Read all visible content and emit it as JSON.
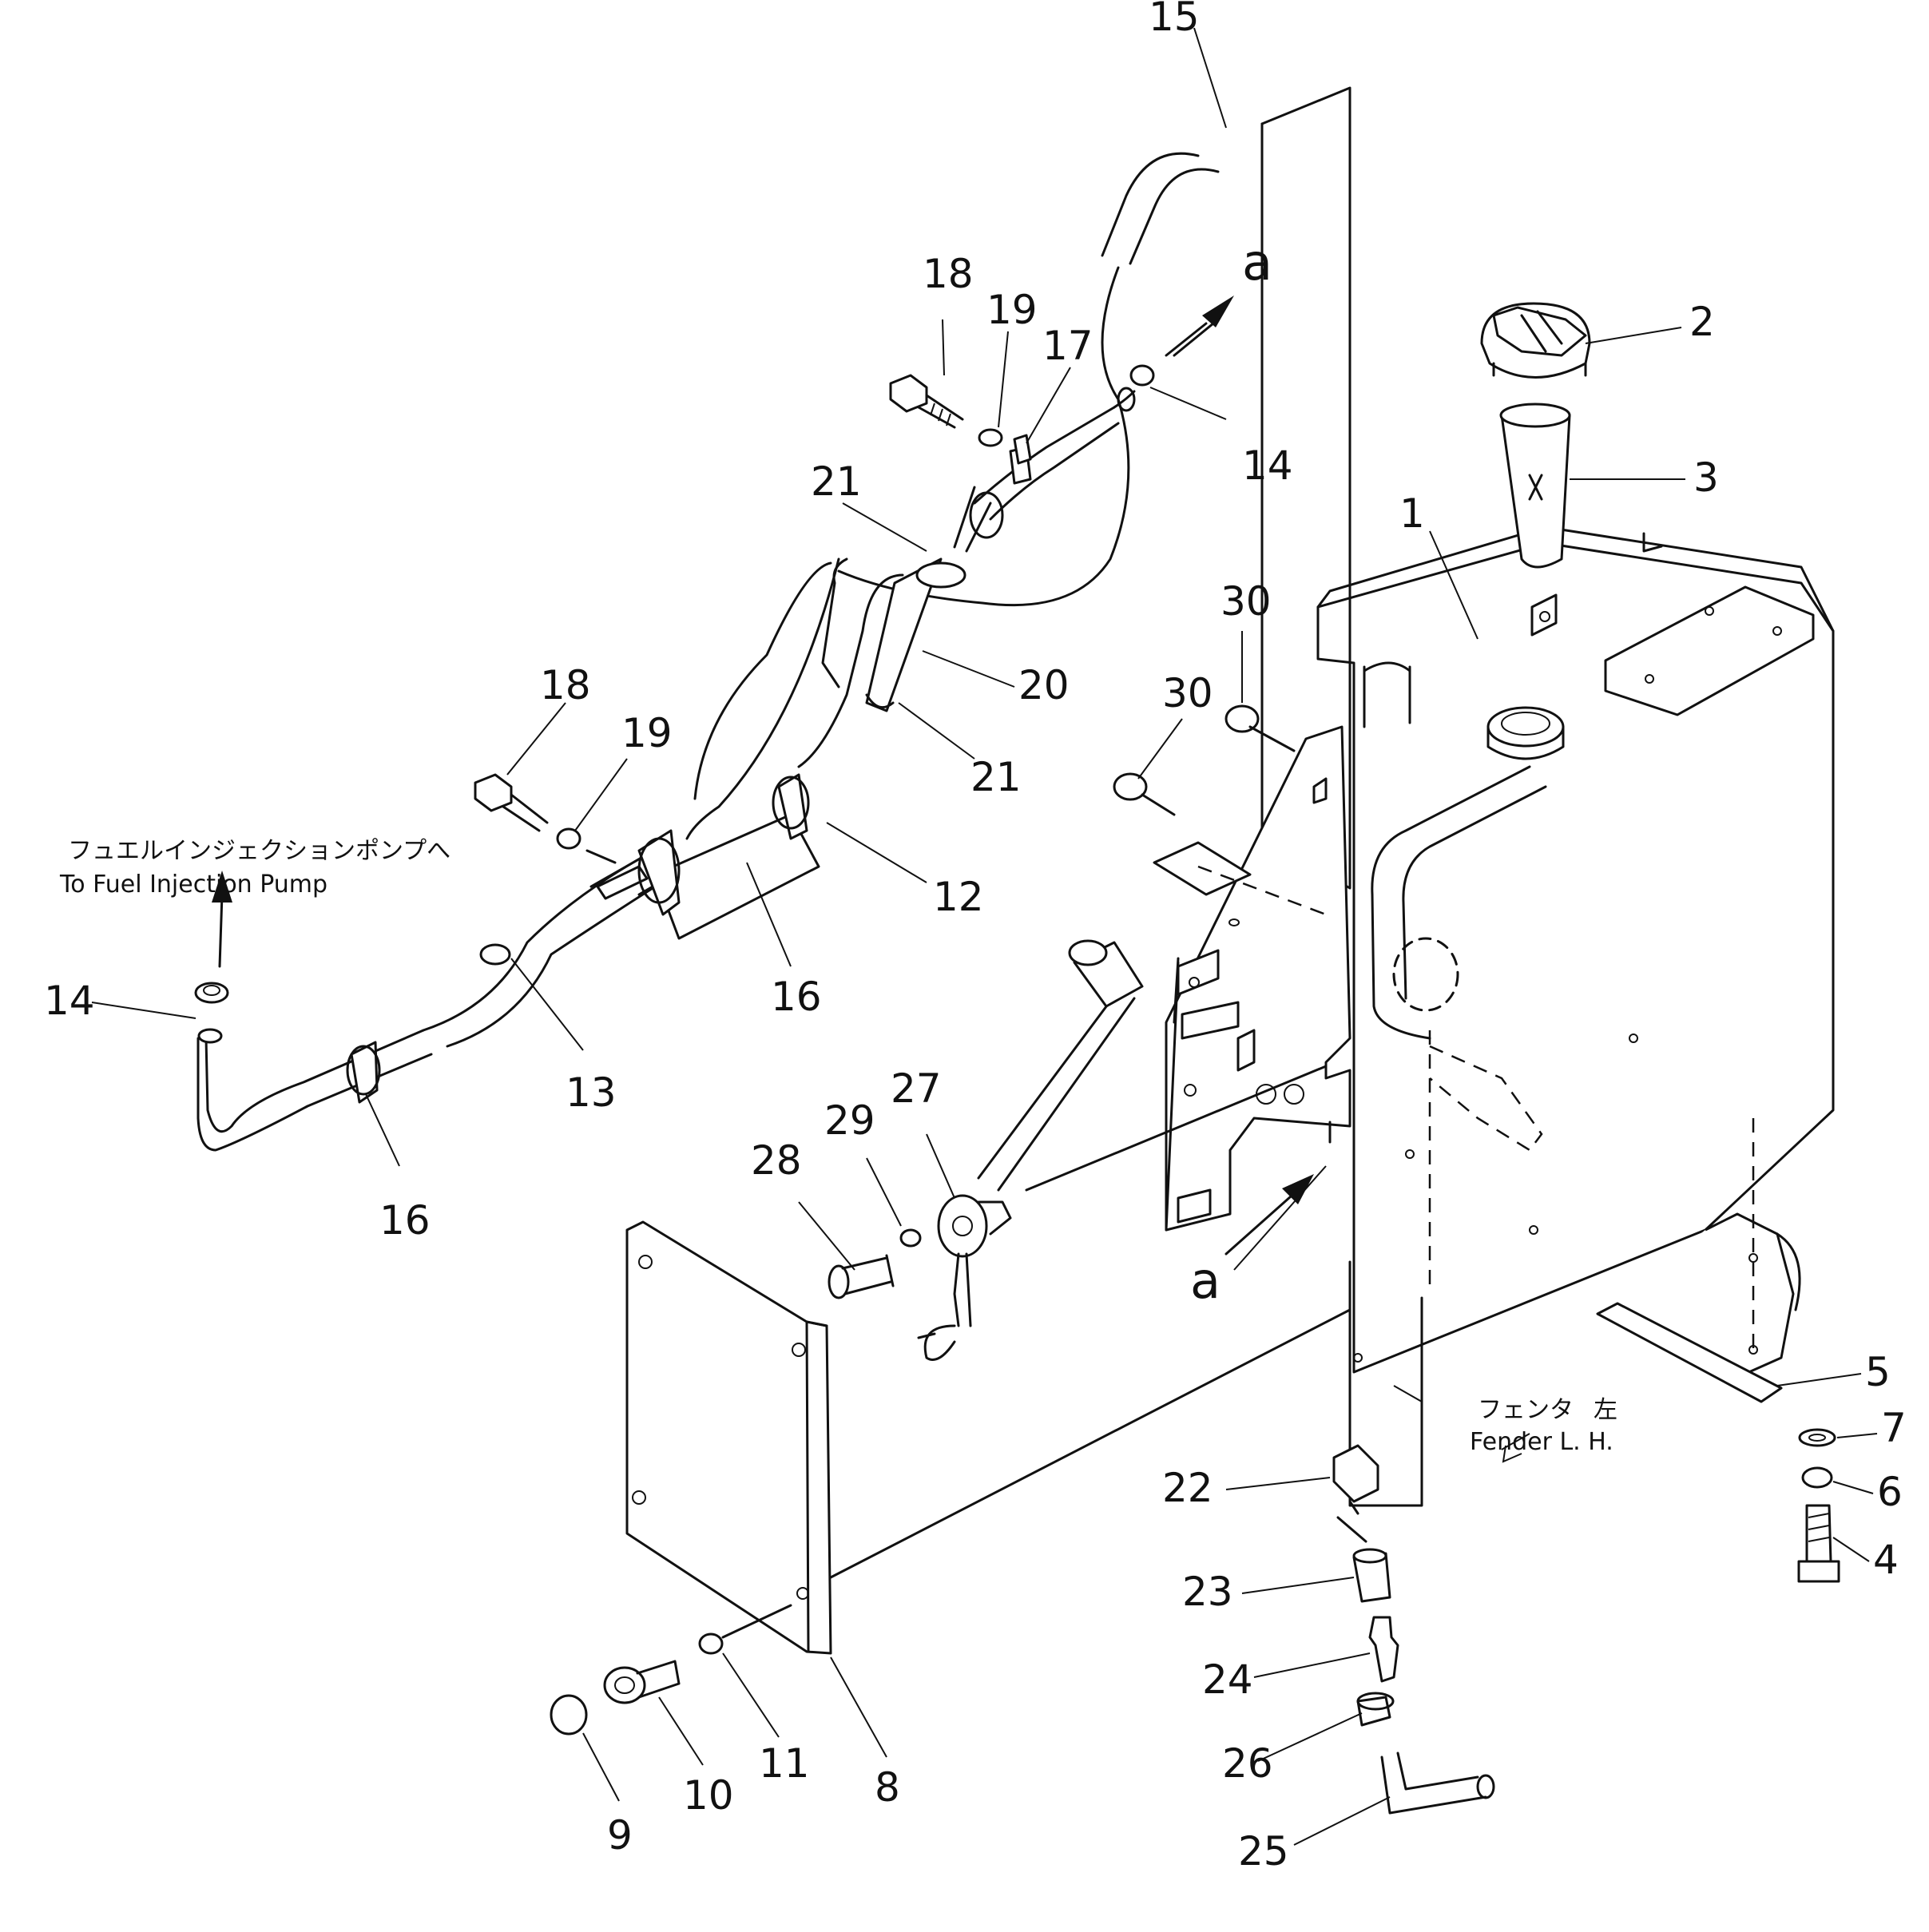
{
  "callouts": [
    {
      "id": "c15",
      "text": "15"
    },
    {
      "id": "c2",
      "text": "2"
    },
    {
      "id": "c3",
      "text": "3"
    },
    {
      "id": "c1",
      "text": "1"
    },
    {
      "id": "c14a",
      "text": "14"
    },
    {
      "id": "c18a",
      "text": "18"
    },
    {
      "id": "c19a",
      "text": "19"
    },
    {
      "id": "c17",
      "text": "17"
    },
    {
      "id": "c21a",
      "text": "21"
    },
    {
      "id": "c20",
      "text": "20"
    },
    {
      "id": "c21b",
      "text": "21"
    },
    {
      "id": "c30a",
      "text": "30"
    },
    {
      "id": "c30b",
      "text": "30"
    },
    {
      "id": "c18b",
      "text": "18"
    },
    {
      "id": "c19b",
      "text": "19"
    },
    {
      "id": "c12",
      "text": "12"
    },
    {
      "id": "c16a",
      "text": "16"
    },
    {
      "id": "c14b",
      "text": "14"
    },
    {
      "id": "c13",
      "text": "13"
    },
    {
      "id": "c16b",
      "text": "16"
    },
    {
      "id": "c27",
      "text": "27"
    },
    {
      "id": "c29",
      "text": "29"
    },
    {
      "id": "c28",
      "text": "28"
    },
    {
      "id": "c5",
      "text": "5"
    },
    {
      "id": "c7",
      "text": "7"
    },
    {
      "id": "c6",
      "text": "6"
    },
    {
      "id": "c4",
      "text": "4"
    },
    {
      "id": "c22",
      "text": "22"
    },
    {
      "id": "c23",
      "text": "23"
    },
    {
      "id": "c24",
      "text": "24"
    },
    {
      "id": "c26",
      "text": "26"
    },
    {
      "id": "c25",
      "text": "25"
    },
    {
      "id": "c9",
      "text": "9"
    },
    {
      "id": "c10",
      "text": "10"
    },
    {
      "id": "c11",
      "text": "11"
    },
    {
      "id": "c8",
      "text": "8"
    }
  ],
  "view_marks": {
    "a_top": "a",
    "a_bottom": "a"
  },
  "notes": {
    "pump_jp": "フュエルインジェクションポンプへ",
    "pump_en": "To Fuel Injection Pump",
    "fender_jp": "フェンタ",
    "fender_jp2": "左",
    "fender_en": "Fender L. H."
  }
}
